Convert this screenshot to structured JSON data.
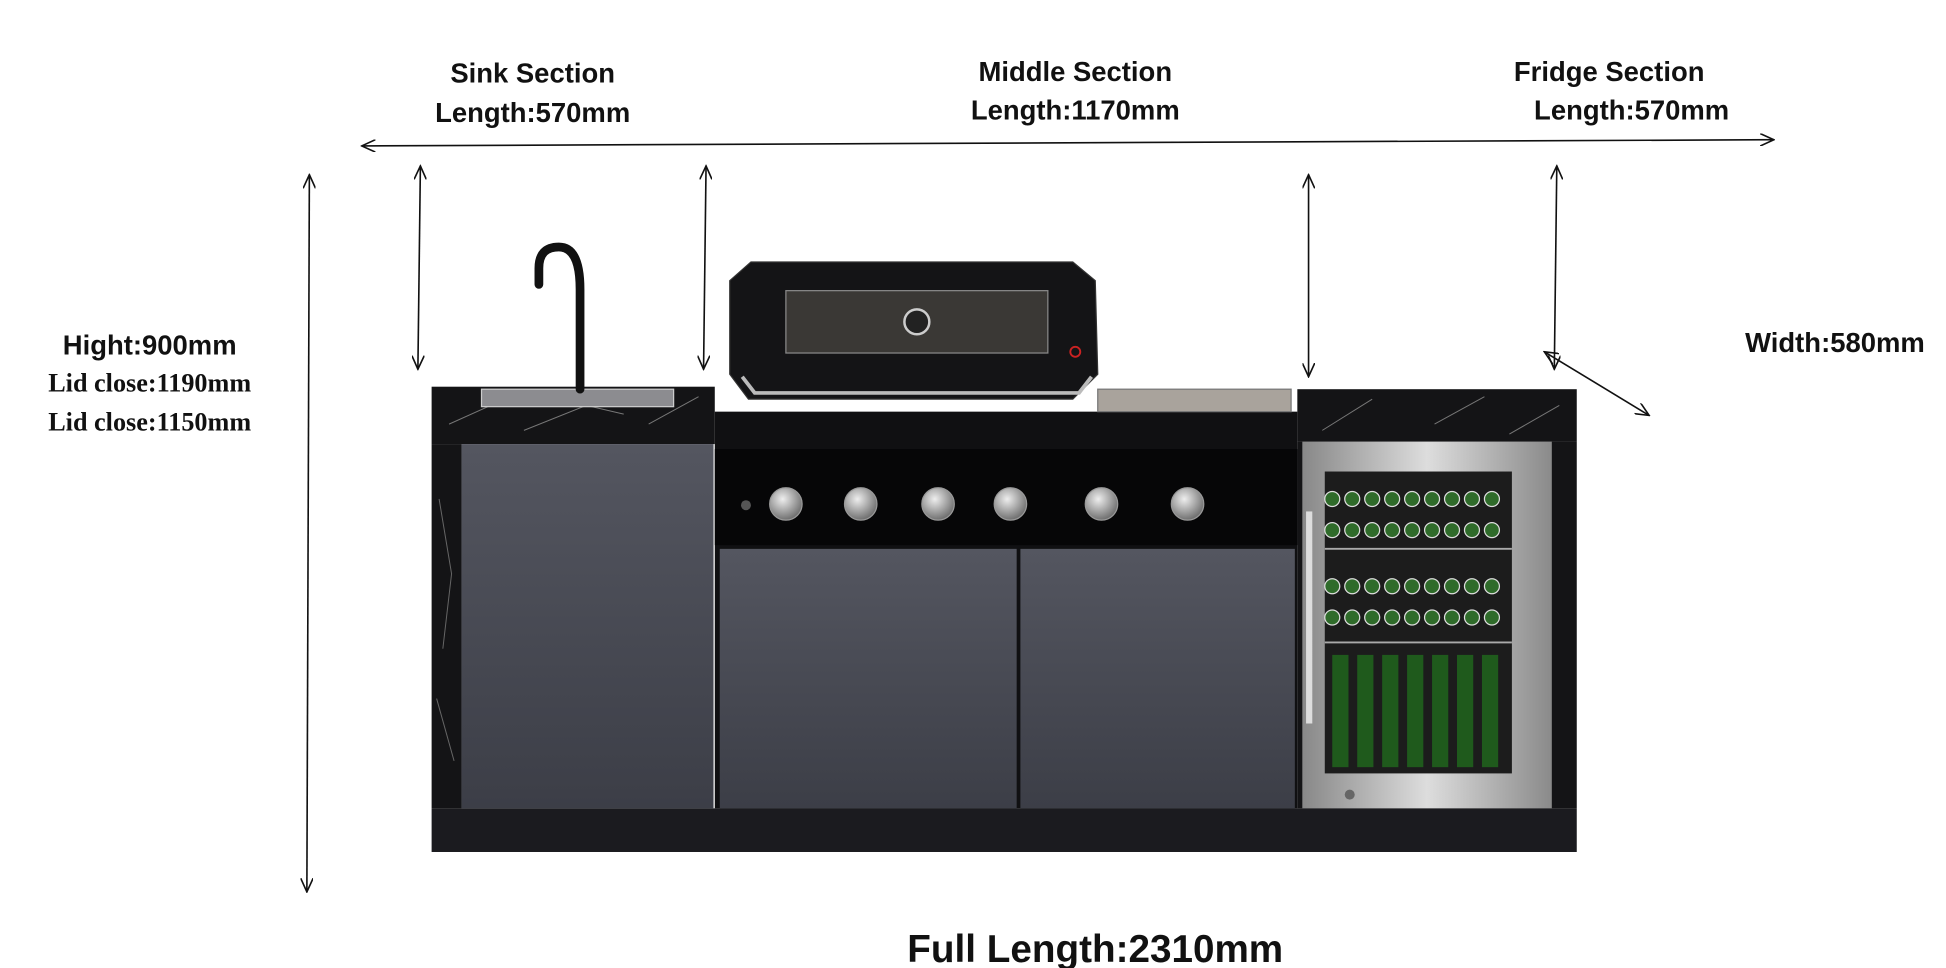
{
  "sections": {
    "sink": {
      "title": "Sink Section",
      "length": "Length:570mm"
    },
    "middle": {
      "title": "Middle Section",
      "length": "Length:1170mm"
    },
    "fridge": {
      "title": "Fridge Section",
      "length": "Length:570mm"
    }
  },
  "height": {
    "main": "Hight:900mm",
    "lid_close_1": "Lid close:1190mm",
    "lid_close_2": "Lid close:1150mm"
  },
  "width": "Width:580mm",
  "full_length": "Full Length:2310mm",
  "colors": {
    "cabinet": "#4a4c56",
    "marble": "#141416",
    "steel": "#b8b8bc",
    "arrow": "#111111"
  },
  "grill": {
    "knob_count": 6
  }
}
